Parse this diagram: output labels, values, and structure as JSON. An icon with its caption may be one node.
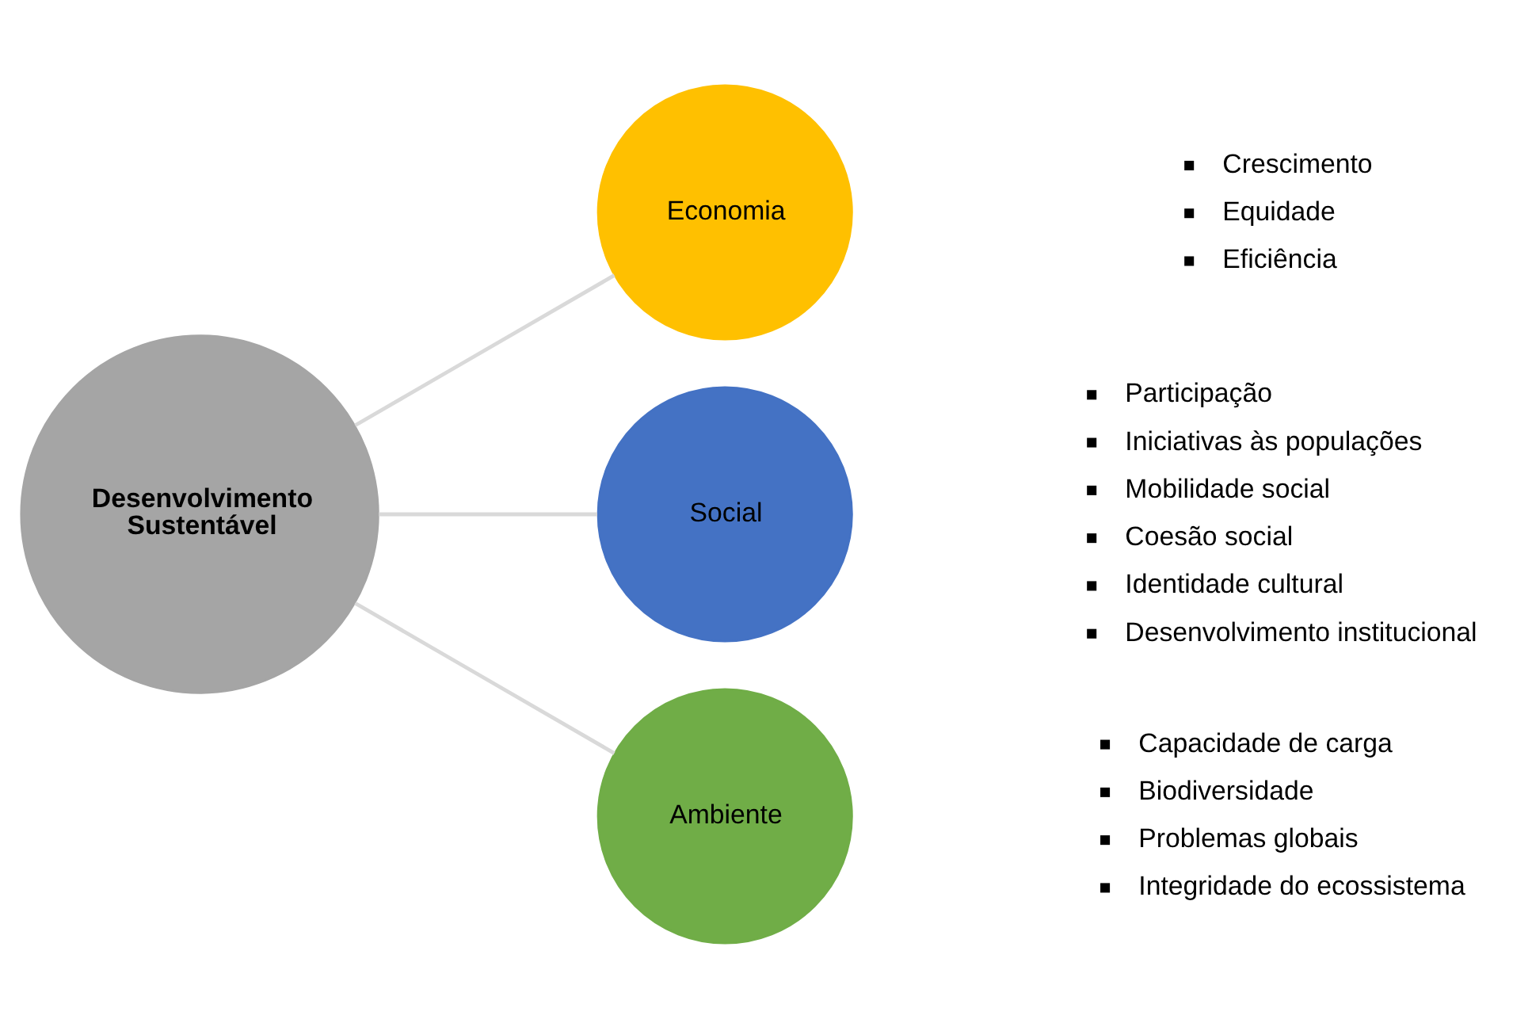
{
  "diagram": {
    "nodes": [
      {
        "text": [
          "Desenvolvimento Sustentável"
        ]
      },
      {
        "text": [
          "Economia"
        ],
        "beside": [
          "Crescimento",
          "Equidade",
          "Eficiência"
        ]
      },
      {
        "text": [
          "Social"
        ],
        "beside": [
          "Participação",
          "Iniciativas às populações",
          "Mobilidade social",
          "Coesão social",
          "Identidade cultural",
          "Desenvolvimento institucional"
        ]
      },
      {
        "text": [
          "Ambiente"
        ],
        "beside": [
          "Capacidade de carga",
          "Biodiversidade",
          "Problemas globais",
          "Integridade do ecossistema"
        ]
      }
    ],
    "edges": [
      {
        "from": 0,
        "to": 1,
        "arrow": "none"
      },
      {
        "from": 0,
        "to": 2,
        "arrow": "none"
      },
      {
        "from": 0,
        "to": 3,
        "arrow": "none"
      }
    ]
  }
}
